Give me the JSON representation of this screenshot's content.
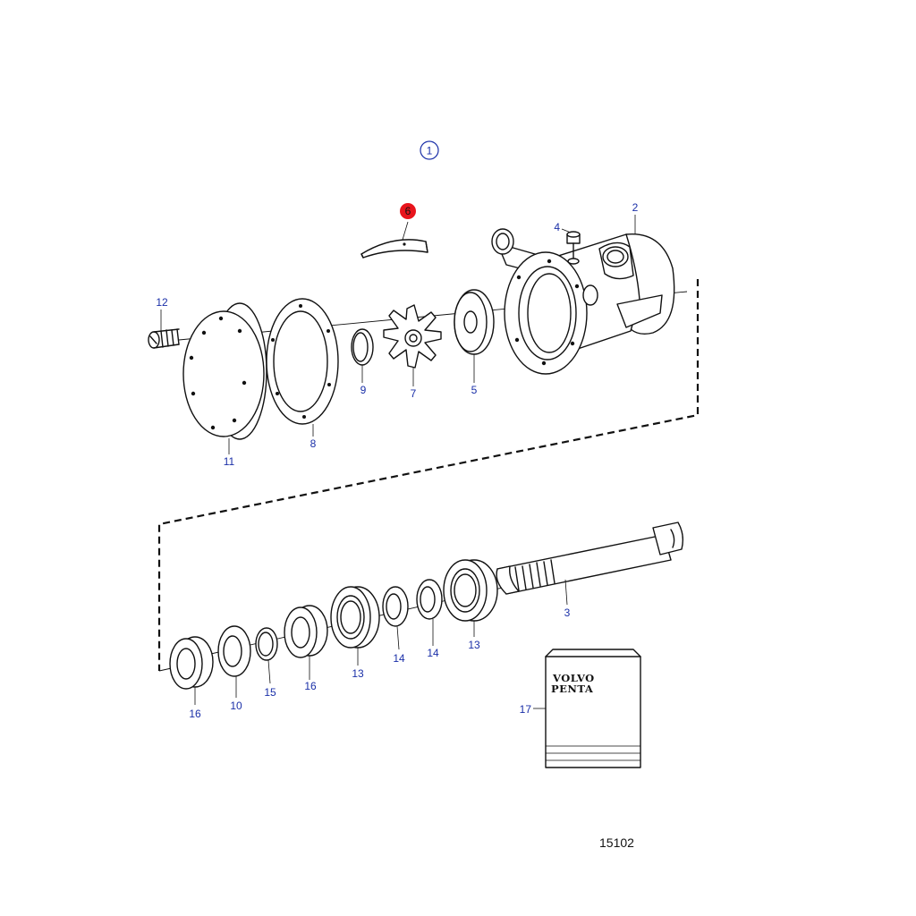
{
  "diagram": {
    "group_marker": "1",
    "highlighted_part": "6",
    "drawing_number": "15102",
    "parts": [
      {
        "id": "p1",
        "label": "2"
      },
      {
        "id": "p2",
        "label": "4"
      },
      {
        "id": "p3",
        "label": "6"
      },
      {
        "id": "p4",
        "label": "12"
      },
      {
        "id": "p5",
        "label": "11"
      },
      {
        "id": "p6",
        "label": "8"
      },
      {
        "id": "p7",
        "label": "9"
      },
      {
        "id": "p8",
        "label": "7"
      },
      {
        "id": "p9",
        "label": "5"
      },
      {
        "id": "p10",
        "label": "3"
      },
      {
        "id": "p11",
        "label": "16"
      },
      {
        "id": "p12",
        "label": "10"
      },
      {
        "id": "p13",
        "label": "15"
      },
      {
        "id": "p14",
        "label": "16"
      },
      {
        "id": "p15",
        "label": "13"
      },
      {
        "id": "p16",
        "label": "14"
      },
      {
        "id": "p17",
        "label": "14"
      },
      {
        "id": "p18",
        "label": "13"
      },
      {
        "id": "p19",
        "label": "17"
      }
    ],
    "kit_logo": {
      "line1": "VOLVO",
      "line2": "PENTA"
    },
    "colors": {
      "label": "#1a2fa8",
      "highlight": "#e8141c",
      "line": "#111111"
    }
  }
}
